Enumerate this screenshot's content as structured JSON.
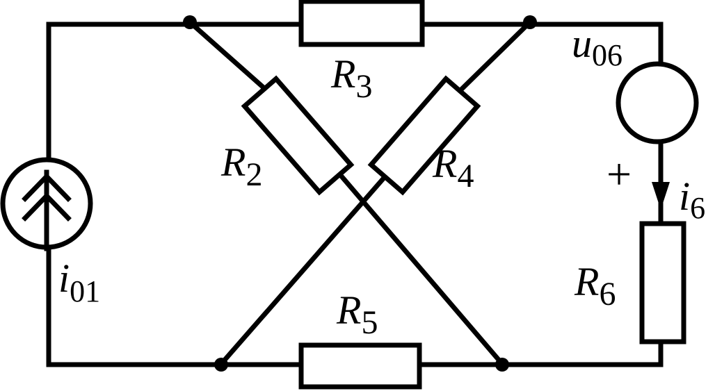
{
  "components": {
    "R2": {
      "symbol": "R",
      "subscript": "2"
    },
    "R3": {
      "symbol": "R",
      "subscript": "3"
    },
    "R4": {
      "symbol": "R",
      "subscript": "4"
    },
    "R5": {
      "symbol": "R",
      "subscript": "5"
    },
    "R6": {
      "symbol": "R",
      "subscript": "6"
    },
    "i01": {
      "symbol": "i",
      "subscript": "01"
    },
    "u06": {
      "symbol": "u",
      "subscript": "06"
    },
    "i6": {
      "symbol": "i",
      "subscript": "6"
    }
  },
  "polarity": {
    "plus": "+"
  },
  "colors": {
    "line": "#000000",
    "background": "#ffffff"
  }
}
